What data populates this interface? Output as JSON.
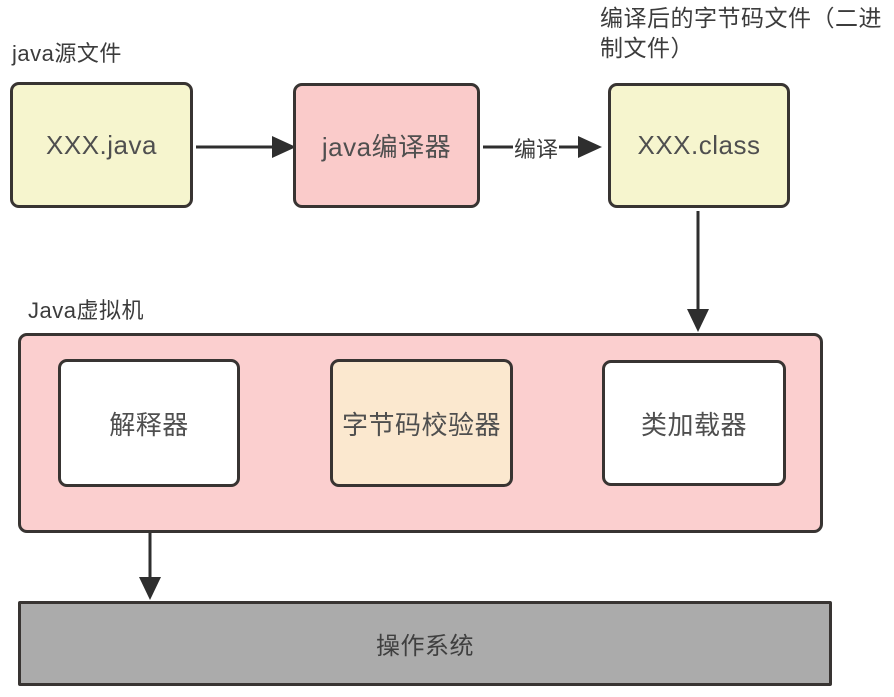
{
  "diagram": {
    "labels": {
      "source_file": "java源文件",
      "bytecode_file": "编译后的字节码文件（二进制文件）",
      "jvm": "Java虚拟机",
      "compile_arrow": "编译"
    },
    "nodes": {
      "source": {
        "label": "XXX.java",
        "fill": "#F6F5CE"
      },
      "compiler": {
        "label": "java编译器",
        "fill": "#FACBCA"
      },
      "class_file": {
        "label": "XXX.class",
        "fill": "#F6F5CE"
      },
      "interpreter": {
        "label": "解释器",
        "fill": "#FFFFFF"
      },
      "verifier": {
        "label": "字节码校验器",
        "fill": "#FBE8CF"
      },
      "class_loader": {
        "label": "类加载器",
        "fill": "#FFFFFF"
      },
      "os": {
        "label": "操作系统",
        "fill": "#ABABAB"
      }
    },
    "colors": {
      "jvm_container_fill": "#FBCFCF",
      "border": "#383432",
      "arrow": "#2e2e2e",
      "text": "#4f4f4f"
    }
  }
}
